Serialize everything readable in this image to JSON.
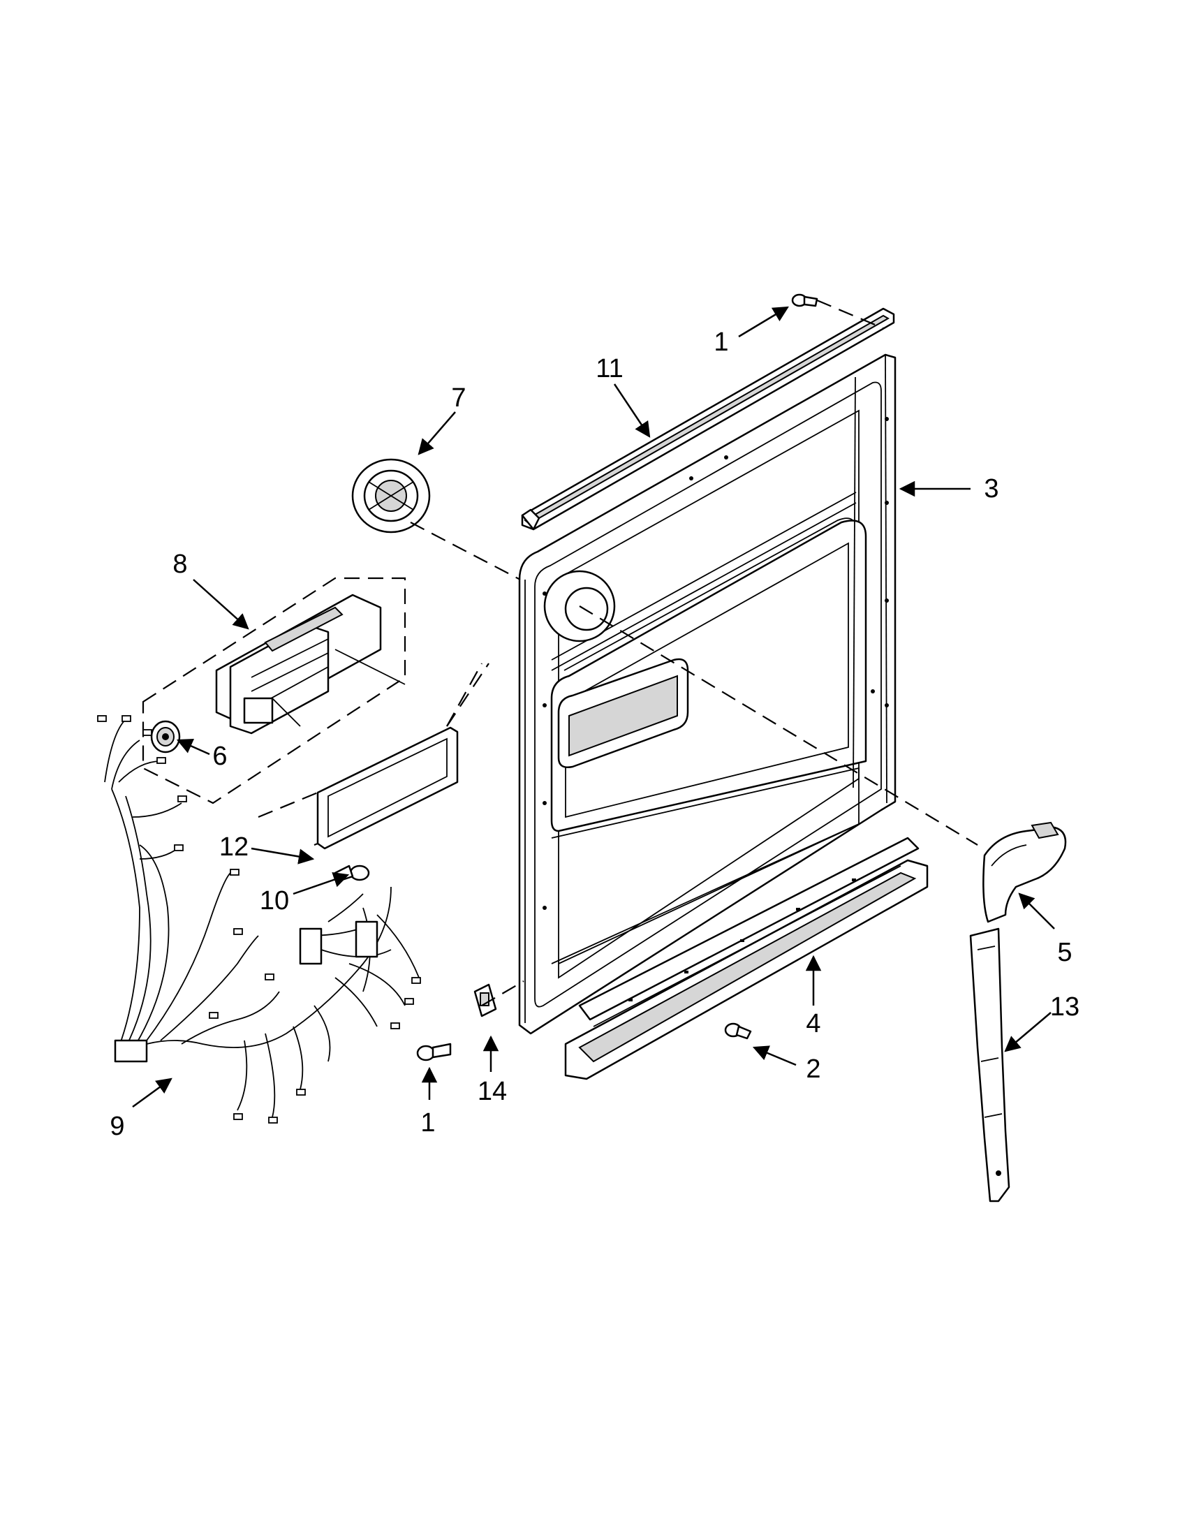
{
  "diagram": {
    "callouts": [
      {
        "id": "c1-top",
        "text": "1"
      },
      {
        "id": "c11",
        "text": "11"
      },
      {
        "id": "c7",
        "text": "7"
      },
      {
        "id": "c3",
        "text": "3"
      },
      {
        "id": "c8",
        "text": "8"
      },
      {
        "id": "c6",
        "text": "6"
      },
      {
        "id": "c12",
        "text": "12"
      },
      {
        "id": "c10",
        "text": "10"
      },
      {
        "id": "c5",
        "text": "5"
      },
      {
        "id": "c13",
        "text": "13"
      },
      {
        "id": "c4",
        "text": "4"
      },
      {
        "id": "c2",
        "text": "2"
      },
      {
        "id": "c9",
        "text": "9"
      },
      {
        "id": "c1-bottom",
        "text": "1"
      },
      {
        "id": "c14",
        "text": "14"
      }
    ]
  }
}
